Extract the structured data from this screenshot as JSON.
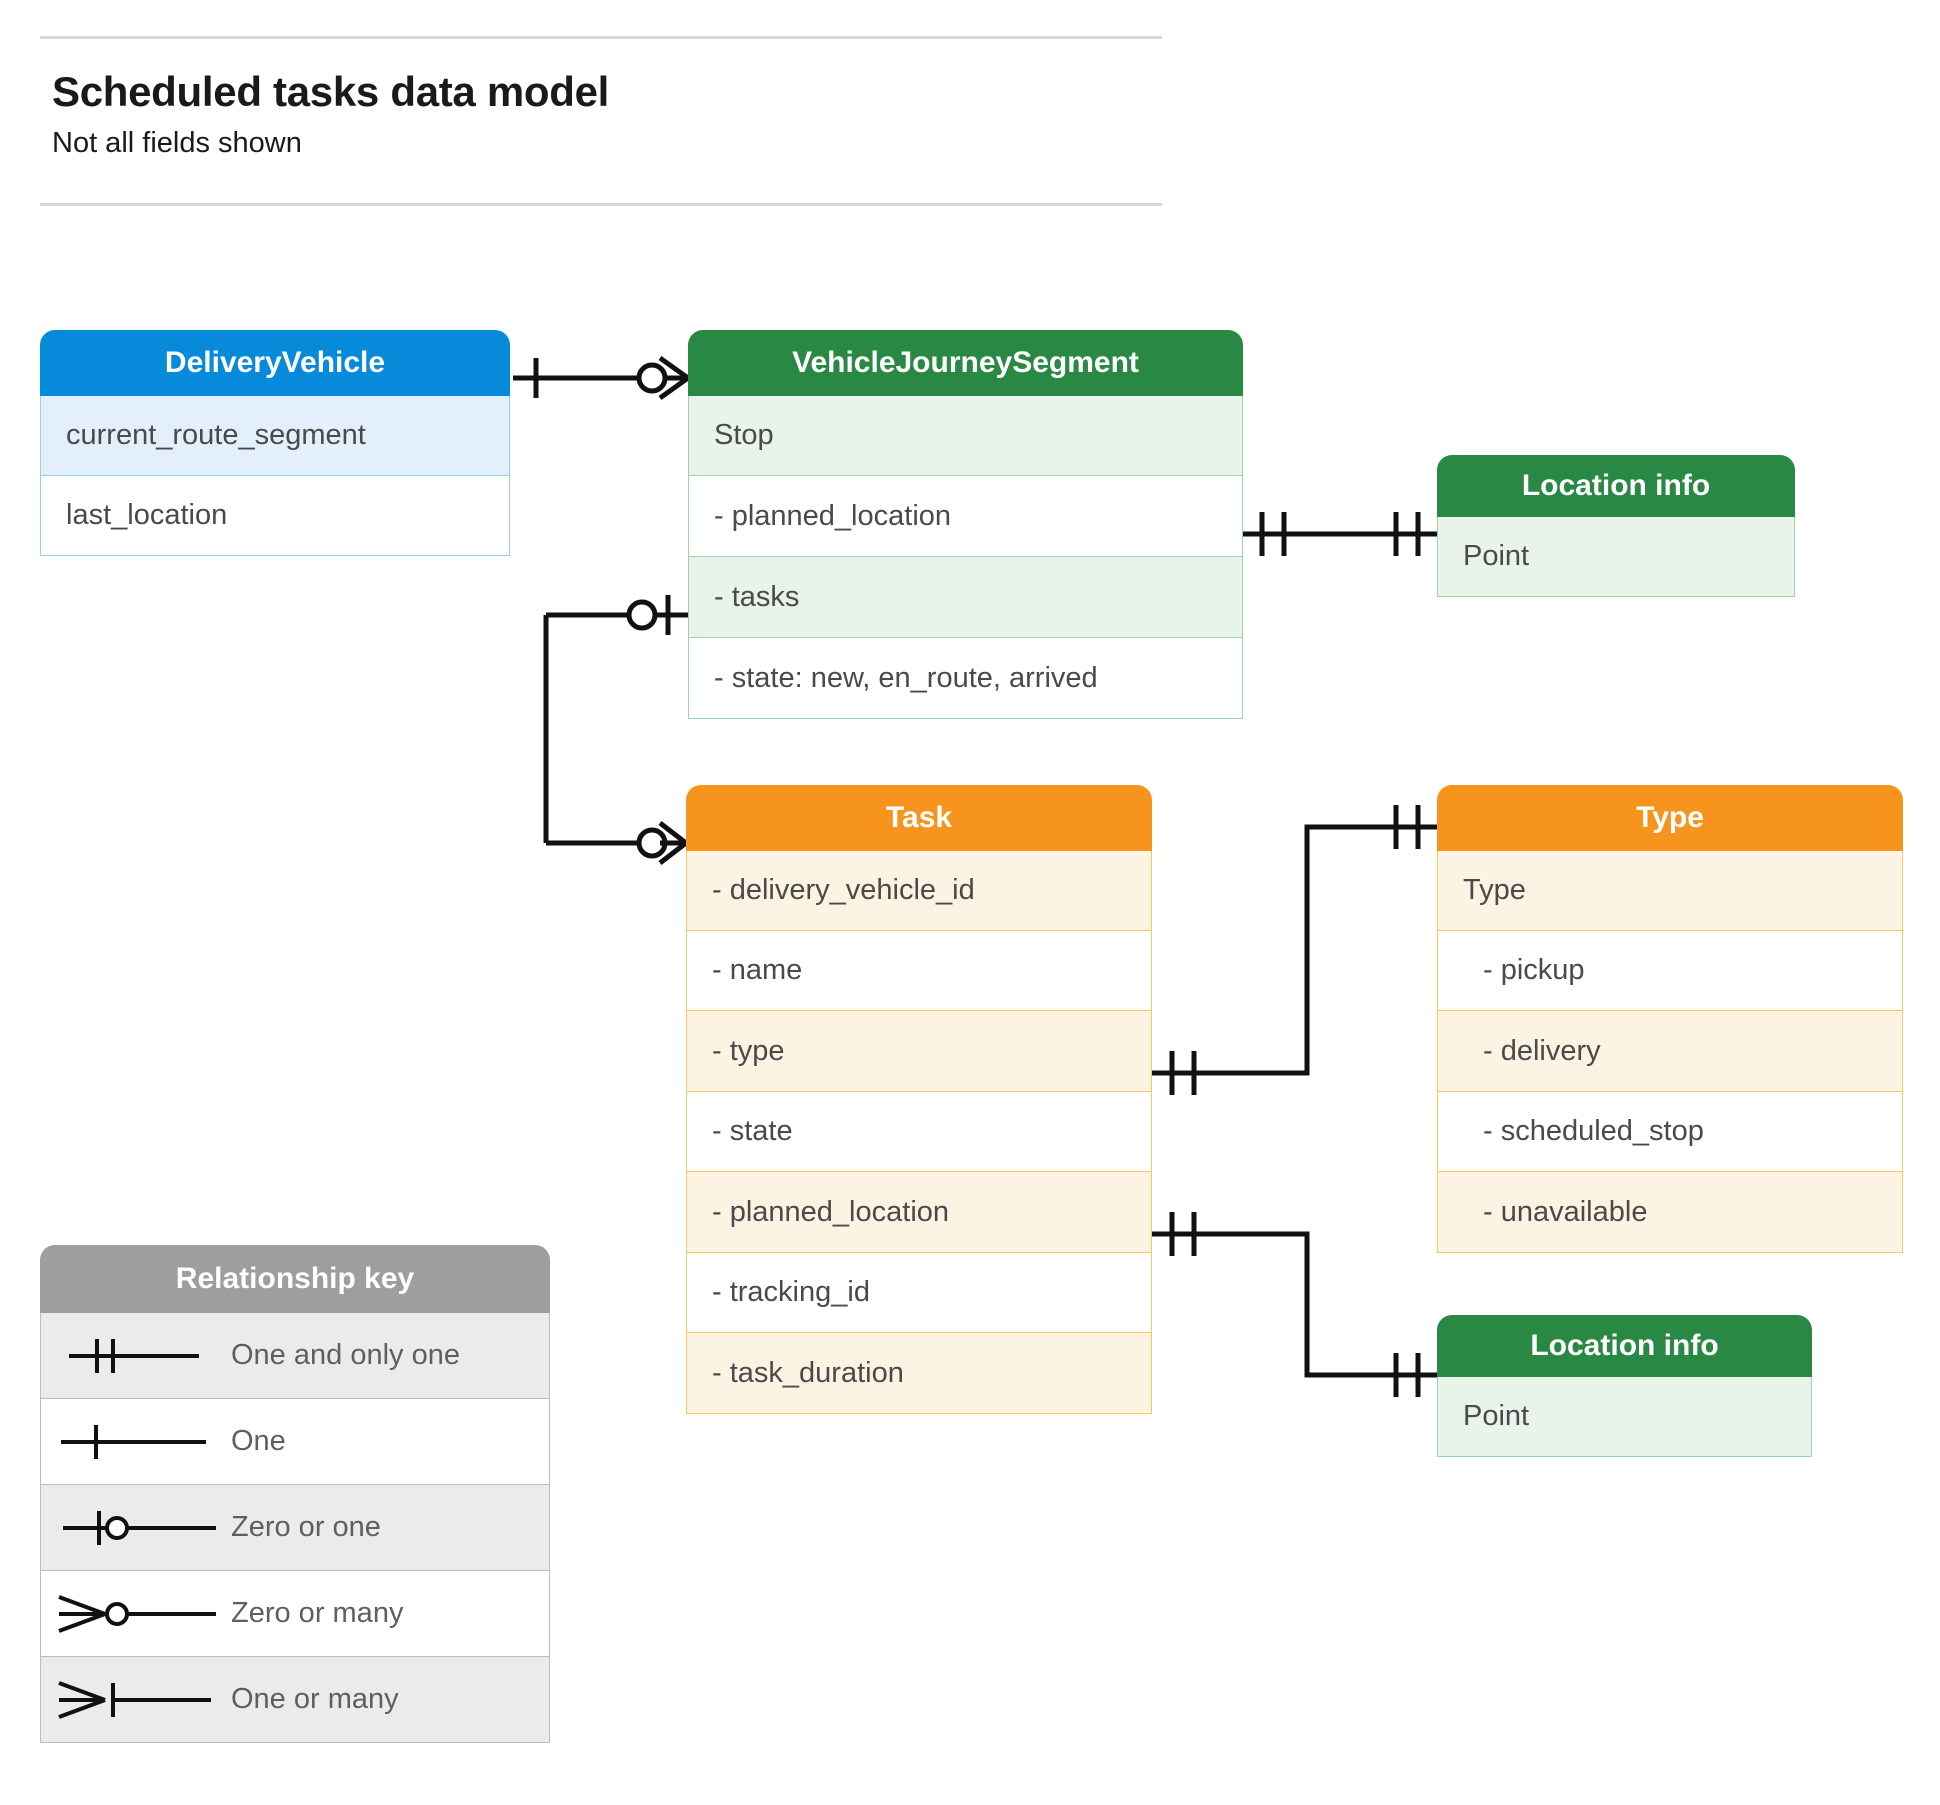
{
  "header": {
    "title": "Scheduled tasks data model",
    "subtitle": "Not all fields shown"
  },
  "colors": {
    "blue_header": "#068ad9",
    "blue_row": "#e3f0fc",
    "blue_border": "#9ccdf0",
    "green_header": "#2a8845",
    "green_row": "#e8f3ea",
    "green_border": "#9ed4ae",
    "orange_header": "#f7941d",
    "orange_row": "#fdf3e2",
    "orange_border": "#fbc860",
    "grey_header": "#9e9e9e",
    "grey_row": "#ebebeb",
    "grey_border": "#bdbdbd",
    "connector": "#111111",
    "text": "#4a4a4a"
  },
  "entities": {
    "delivery_vehicle": {
      "title": "DeliveryVehicle",
      "rows": [
        "current_route_segment",
        "last_location"
      ]
    },
    "vehicle_journey_segment": {
      "title": "VehicleJourneySegment",
      "rows": [
        "Stop",
        "-  planned_location",
        "- tasks",
        "- state: new, en_route, arrived"
      ]
    },
    "location_info_top": {
      "title": "Location info",
      "rows": [
        "Point"
      ]
    },
    "task": {
      "title": "Task",
      "rows": [
        "- delivery_vehicle_id",
        "- name",
        "- type",
        "- state",
        "- planned_location",
        "- tracking_id",
        "- task_duration"
      ]
    },
    "type": {
      "title": "Type",
      "rows": [
        "Type",
        "-  pickup",
        "-  delivery",
        "-  scheduled_stop",
        "-  unavailable"
      ]
    },
    "location_info_bottom": {
      "title": "Location info",
      "rows": [
        "Point"
      ]
    }
  },
  "legend": {
    "title": "Relationship key",
    "items": [
      {
        "symbol": "one-and-only-one",
        "label": "One and only one"
      },
      {
        "symbol": "one",
        "label": "One"
      },
      {
        "symbol": "zero-or-one",
        "label": "Zero or one"
      },
      {
        "symbol": "zero-or-many",
        "label": "Zero or many"
      },
      {
        "symbol": "one-or-many",
        "label": "One or many"
      }
    ]
  },
  "relationships": [
    {
      "from": "DeliveryVehicle",
      "from_card": "one",
      "to": "VehicleJourneySegment",
      "to_card": "zero-or-many"
    },
    {
      "from": "VehicleJourneySegment.- tasks",
      "from_card": "zero-or-one",
      "to": "Task",
      "to_card": "zero-or-many"
    },
    {
      "from": "VehicleJourneySegment.planned_location",
      "from_card": "one-and-only-one",
      "to": "Location info (Point)",
      "to_card": "one-and-only-one"
    },
    {
      "from": "Task.- type",
      "from_card": "one-and-only-one",
      "to": "Type",
      "to_card": "one-and-only-one"
    },
    {
      "from": "Task.- planned_location",
      "from_card": "one-and-only-one",
      "to": "Location info (Point)",
      "to_card": "one-and-only-one"
    }
  ]
}
